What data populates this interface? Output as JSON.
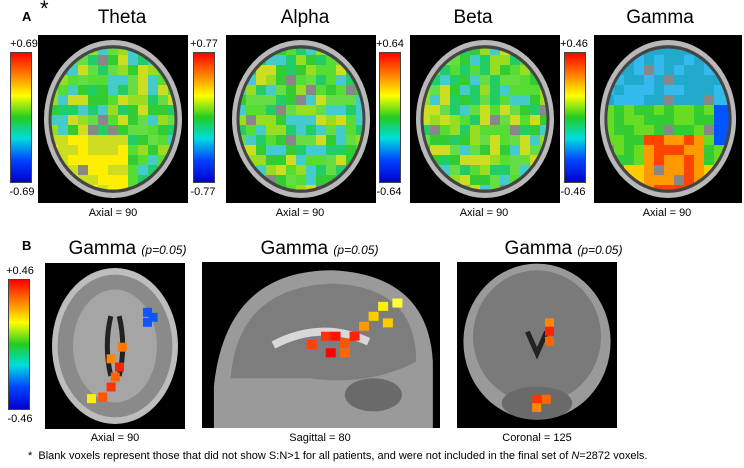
{
  "panel_a": {
    "letter": "A",
    "asterisk": "*",
    "plots": [
      {
        "band": "Theta",
        "max": "+0.69",
        "min": "-0.69",
        "caption": "Axial = 90"
      },
      {
        "band": "Alpha",
        "max": "+0.77",
        "min": "-0.77",
        "caption": "Axial = 90"
      },
      {
        "band": "Beta",
        "max": "+0.64",
        "min": "-0.64",
        "caption": "Axial = 90"
      },
      {
        "band": "Gamma",
        "max": "+0.46",
        "min": "-0.46",
        "caption": "Axial = 90"
      }
    ]
  },
  "panel_b": {
    "letter": "B",
    "colorbar": {
      "max": "+0.46",
      "min": "-0.46"
    },
    "plots": [
      {
        "band": "Gamma",
        "pvalue": "(p=0.05)",
        "caption": "Axial = 90"
      },
      {
        "band": "Gamma",
        "pvalue": "(p=0.05)",
        "caption": "Sagittal = 80"
      },
      {
        "band": "Gamma",
        "pvalue": "(p=0.05)",
        "caption": "Coronal = 125"
      }
    ]
  },
  "footnote": {
    "asterisk": "*",
    "text_before": "Blank voxels represent those that did not show S:N>1 for all patients, and were not included in the final set of ",
    "n_symbol": "N",
    "text_after": "=2872 voxels."
  },
  "colors": {
    "colormap": [
      "#ff0000",
      "#ff8800",
      "#ffff00",
      "#22cc22",
      "#00dddd",
      "#0044ff",
      "#0000cc"
    ],
    "background_map": "#33cc33"
  }
}
